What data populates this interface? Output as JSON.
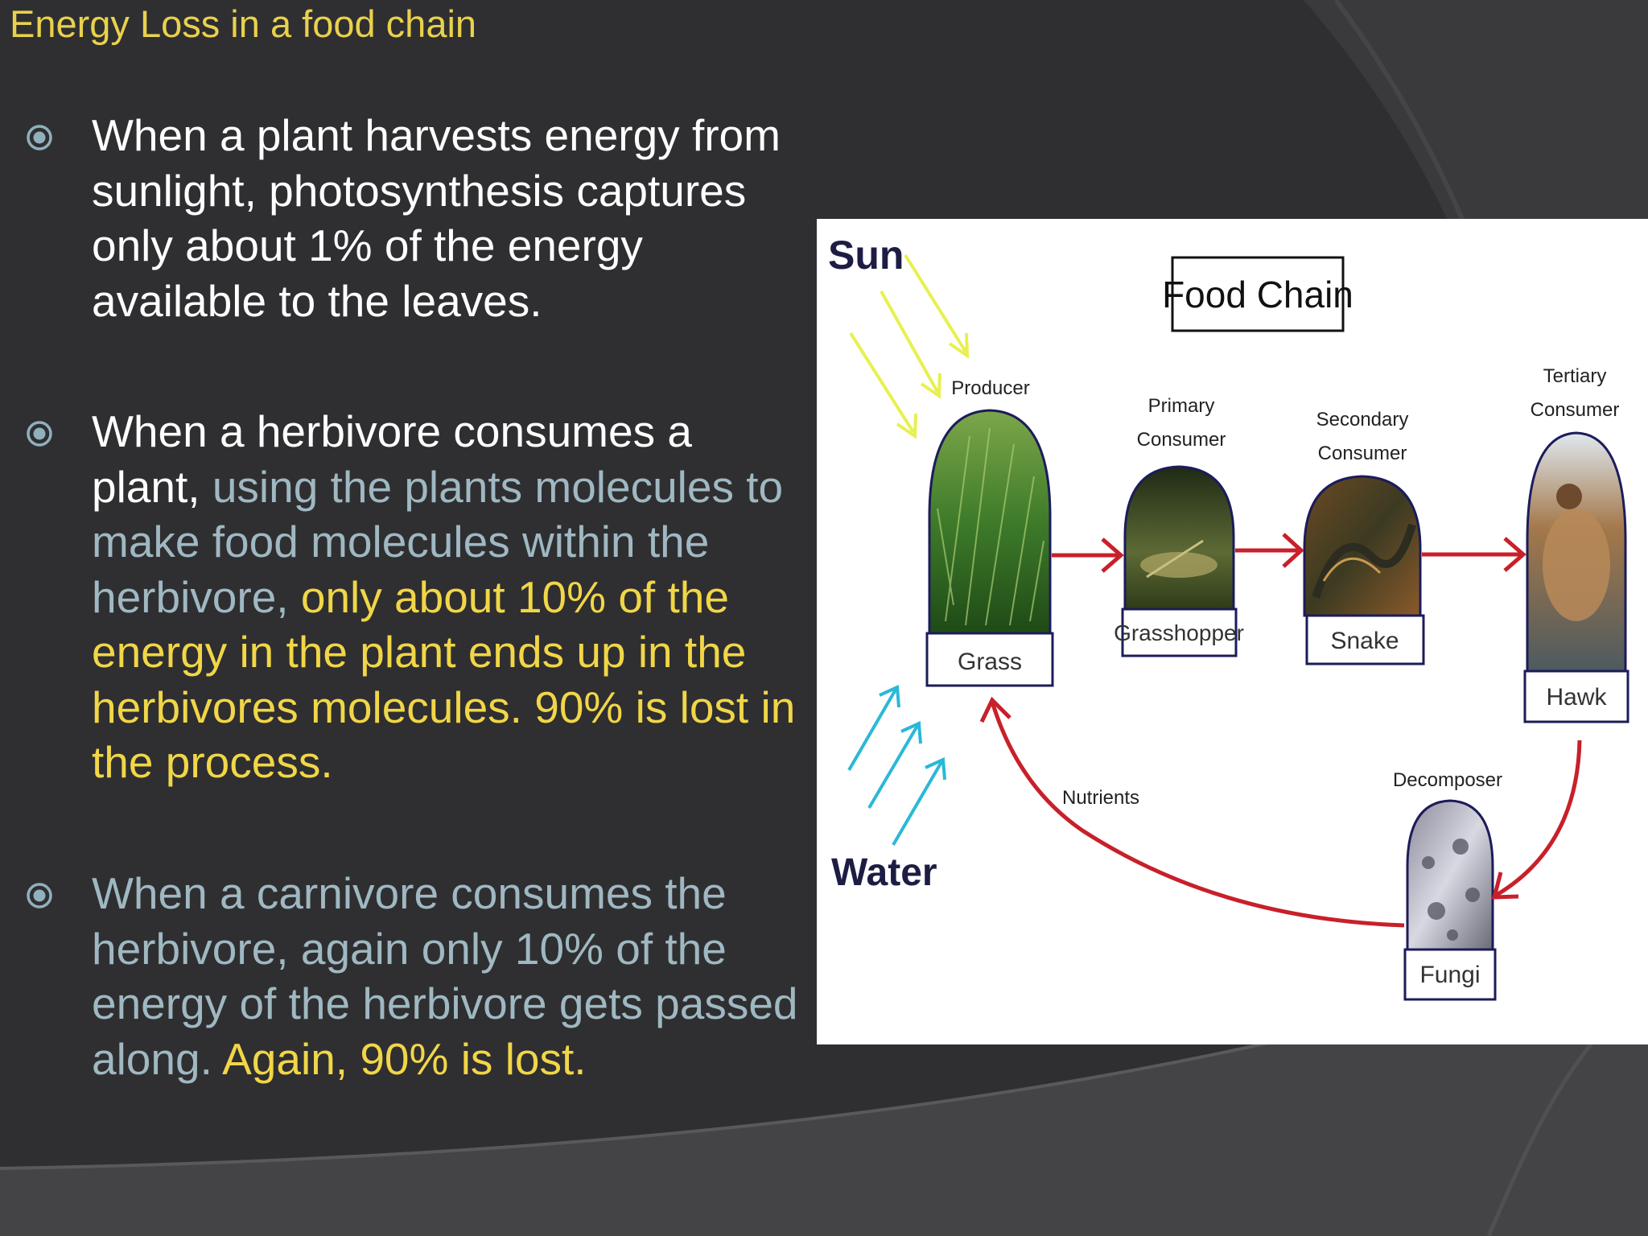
{
  "slide": {
    "title": "Energy Loss in a food chain",
    "bullets": [
      {
        "segments": [
          {
            "text": "When a plant harvests energy from sunlight, photosynthesis captures only about 1% of the energy available to the leaves.",
            "color": "white"
          }
        ]
      },
      {
        "segments": [
          {
            "text": "When a herbivore consumes a plant, ",
            "color": "white"
          },
          {
            "text": "using the plants  molecules to make food molecules within the herbivore, ",
            "color": "blue"
          },
          {
            "text": "only about 10% of the energy in the plant ends up in the herbivores molecules. 90% is lost in the process.",
            "color": "yellow"
          }
        ]
      },
      {
        "segments": [
          {
            "text": "When a carnivore consumes the herbivore, again only 10% of the energy of the herbivore gets passed along. ",
            "color": "blue"
          },
          {
            "text": "Again, 90% is lost.",
            "color": "yellow"
          }
        ]
      }
    ]
  },
  "diagram": {
    "heading": "Food Chain",
    "sun_label": "Sun",
    "water_label": "Water",
    "nutrients_label": "Nutrients",
    "organisms": [
      {
        "role": "Producer",
        "name": "Grass"
      },
      {
        "role_line1": "Primary",
        "role_line2": "Consumer",
        "name": "Grasshopper"
      },
      {
        "role_line1": "Secondary",
        "role_line2": "Consumer",
        "name": "Snake"
      },
      {
        "role_line1": "Tertiary",
        "role_line2": "Consumer",
        "name": "Hawk"
      },
      {
        "role": "Decomposer",
        "name": "Fungi"
      }
    ]
  },
  "colors": {
    "white": "#ffffff",
    "blue": "#9fb8c2",
    "yellow": "#f1d647",
    "title": "#e9d14c",
    "arrow_red": "#c8202a",
    "sun_rays": "#e8f050",
    "water_rays": "#2ab8d8"
  }
}
